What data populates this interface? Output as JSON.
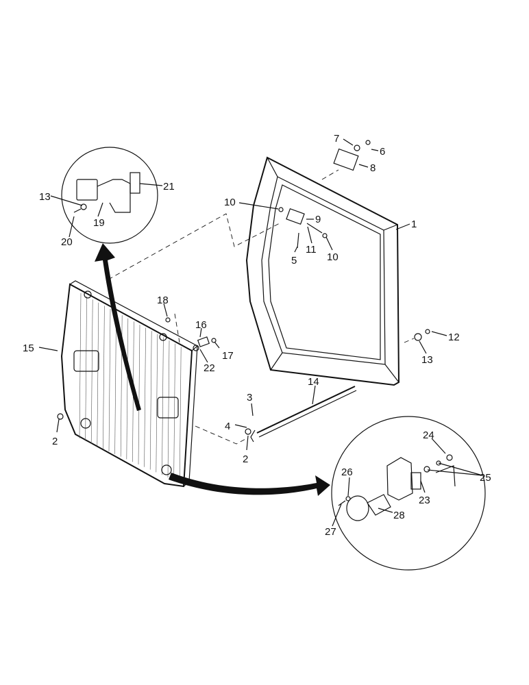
{
  "callouts": [
    {
      "id": "c1",
      "text": "1"
    },
    {
      "id": "c2a",
      "text": "2"
    },
    {
      "id": "c2b",
      "text": "2"
    },
    {
      "id": "c3",
      "text": "3"
    },
    {
      "id": "c4",
      "text": "4"
    },
    {
      "id": "c5",
      "text": "5"
    },
    {
      "id": "c6",
      "text": "6"
    },
    {
      "id": "c7",
      "text": "7"
    },
    {
      "id": "c8",
      "text": "8"
    },
    {
      "id": "c9",
      "text": "9"
    },
    {
      "id": "c10a",
      "text": "10"
    },
    {
      "id": "c10b",
      "text": "10"
    },
    {
      "id": "c11",
      "text": "11"
    },
    {
      "id": "c12",
      "text": "12"
    },
    {
      "id": "c13a",
      "text": "13"
    },
    {
      "id": "c13b",
      "text": "13"
    },
    {
      "id": "c14",
      "text": "14"
    },
    {
      "id": "c15",
      "text": "15"
    },
    {
      "id": "c16",
      "text": "16"
    },
    {
      "id": "c17",
      "text": "17"
    },
    {
      "id": "c18",
      "text": "18"
    },
    {
      "id": "c19",
      "text": "19"
    },
    {
      "id": "c20",
      "text": "20"
    },
    {
      "id": "c21",
      "text": "21"
    },
    {
      "id": "c22",
      "text": "22"
    },
    {
      "id": "c23",
      "text": "23"
    },
    {
      "id": "c24",
      "text": "24"
    },
    {
      "id": "c25",
      "text": "25"
    },
    {
      "id": "c26",
      "text": "26"
    },
    {
      "id": "c27",
      "text": "27"
    },
    {
      "id": "c28",
      "text": "28"
    }
  ]
}
